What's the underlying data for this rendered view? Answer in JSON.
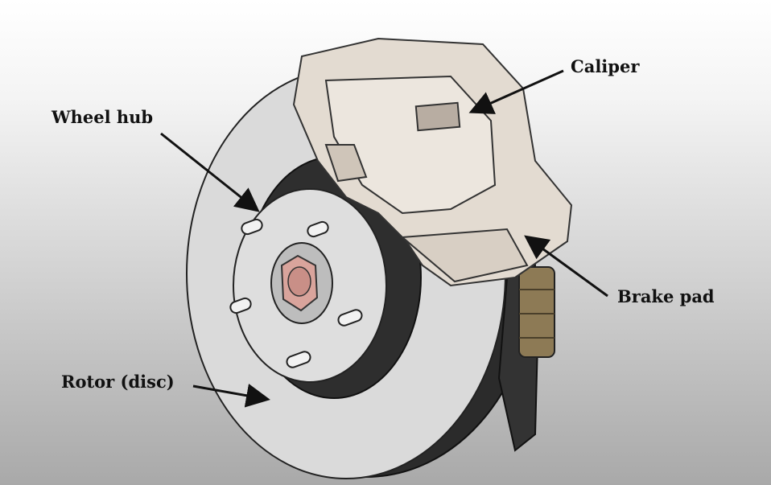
{
  "labels": {
    "caliper": "Caliper",
    "wheel_hub": "Wheel hub",
    "brake_pad": "Brake pad",
    "rotor": "Rotor (disc)"
  },
  "colors": {
    "rotor_face": "#d9d9d9",
    "rotor_edge": "#2a2a2a",
    "caliper": "#e3dbd1",
    "lug_nut": "#d9a49c",
    "brake_pad": "#8d7a55"
  }
}
